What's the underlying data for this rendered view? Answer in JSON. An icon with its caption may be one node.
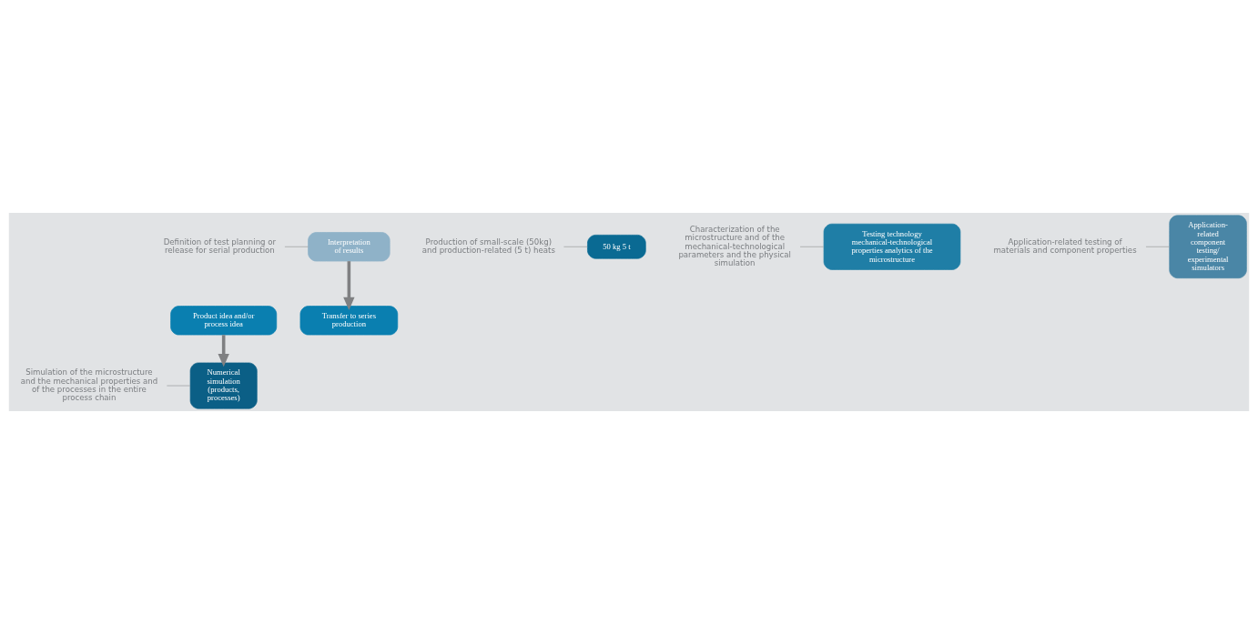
{
  "diagram": {
    "nodes": [
      {
        "text": [
          "Product idea and/or process idea"
        ]
      },
      {
        "text": [
          "Transfer to series production"
        ]
      },
      {
        "text": [
          "Numerical simulation (products, processes)"
        ]
      },
      {
        "text": [
          "50 kg 5 t"
        ]
      },
      {
        "text": [
          "Testing technology mechanical-technological properties analytics of the microstructure"
        ]
      },
      {
        "text": [
          "Application-related component testing/ experimental simulators"
        ]
      },
      {
        "text": [
          "Interpretation of results"
        ]
      },
      {
        "text": [
          "Simulation of the microstructure and the mechanical properties and of the processes in the entire process chain"
        ]
      },
      {
        "text": [
          "Production of small-scale (50kg) and production-related (5 t) heats"
        ]
      },
      {
        "text": [
          "Characterization of the microstructure and of the mechanical-technological parameters and the physical simulation"
        ]
      },
      {
        "text": [
          "Application-related testing of materials and component properties"
        ]
      },
      {
        "text": [
          "Definition of test planning or release for serial production"
        ]
      }
    ],
    "edges": [
      {
        "from": 0,
        "to": 2,
        "arrow": "to",
        "style": "thick"
      },
      {
        "from": 6,
        "to": 1,
        "arrow": "to",
        "style": "thick"
      },
      {
        "from": 7,
        "to": 2,
        "arrow": "none"
      },
      {
        "from": 8,
        "to": 3,
        "arrow": "none"
      },
      {
        "from": 9,
        "to": 4,
        "arrow": "none"
      },
      {
        "from": 10,
        "to": 5,
        "arrow": "none"
      },
      {
        "from": 11,
        "to": 6,
        "arrow": "none"
      }
    ]
  }
}
